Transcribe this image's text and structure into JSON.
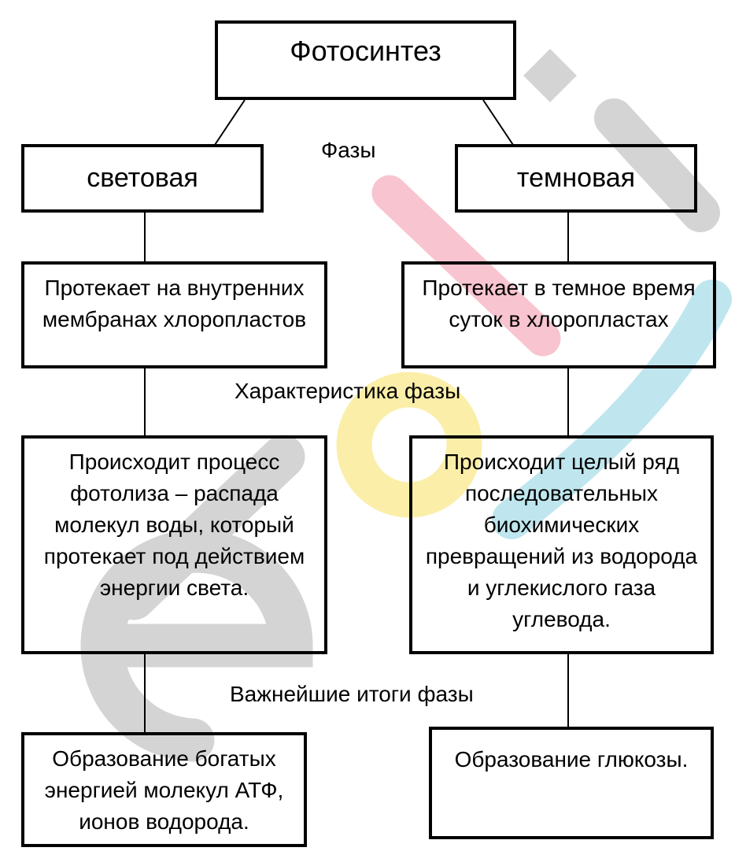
{
  "diagram": {
    "title": "Фотосинтез",
    "phases_label": "Фазы",
    "characteristic_label": "Характеристика фазы",
    "results_label": "Важнейшие итоги фазы",
    "light_phase": {
      "name": "световая",
      "location": "Протекает на внутренних мембранах хлоропластов",
      "characteristic": "Происходит процесс фотолиза – распада молекул воды, который протекает под действием энергии света.",
      "result": "Образование богатых энергией молекул АТФ, ионов водорода."
    },
    "dark_phase": {
      "name": "темновая",
      "location": "Протекает в темное время суток в хлоропластах",
      "characteristic": "Происходит целый ряд последовательных биохимических превращений из водорода и углекислого газа углевода.",
      "result": "Образование глюкозы."
    }
  },
  "watermark": {
    "colors": {
      "gray": "#d4d4d4",
      "pink": "#f8c4cf",
      "yellow": "#fbeea8",
      "cyan": "#bfe6ee"
    }
  }
}
